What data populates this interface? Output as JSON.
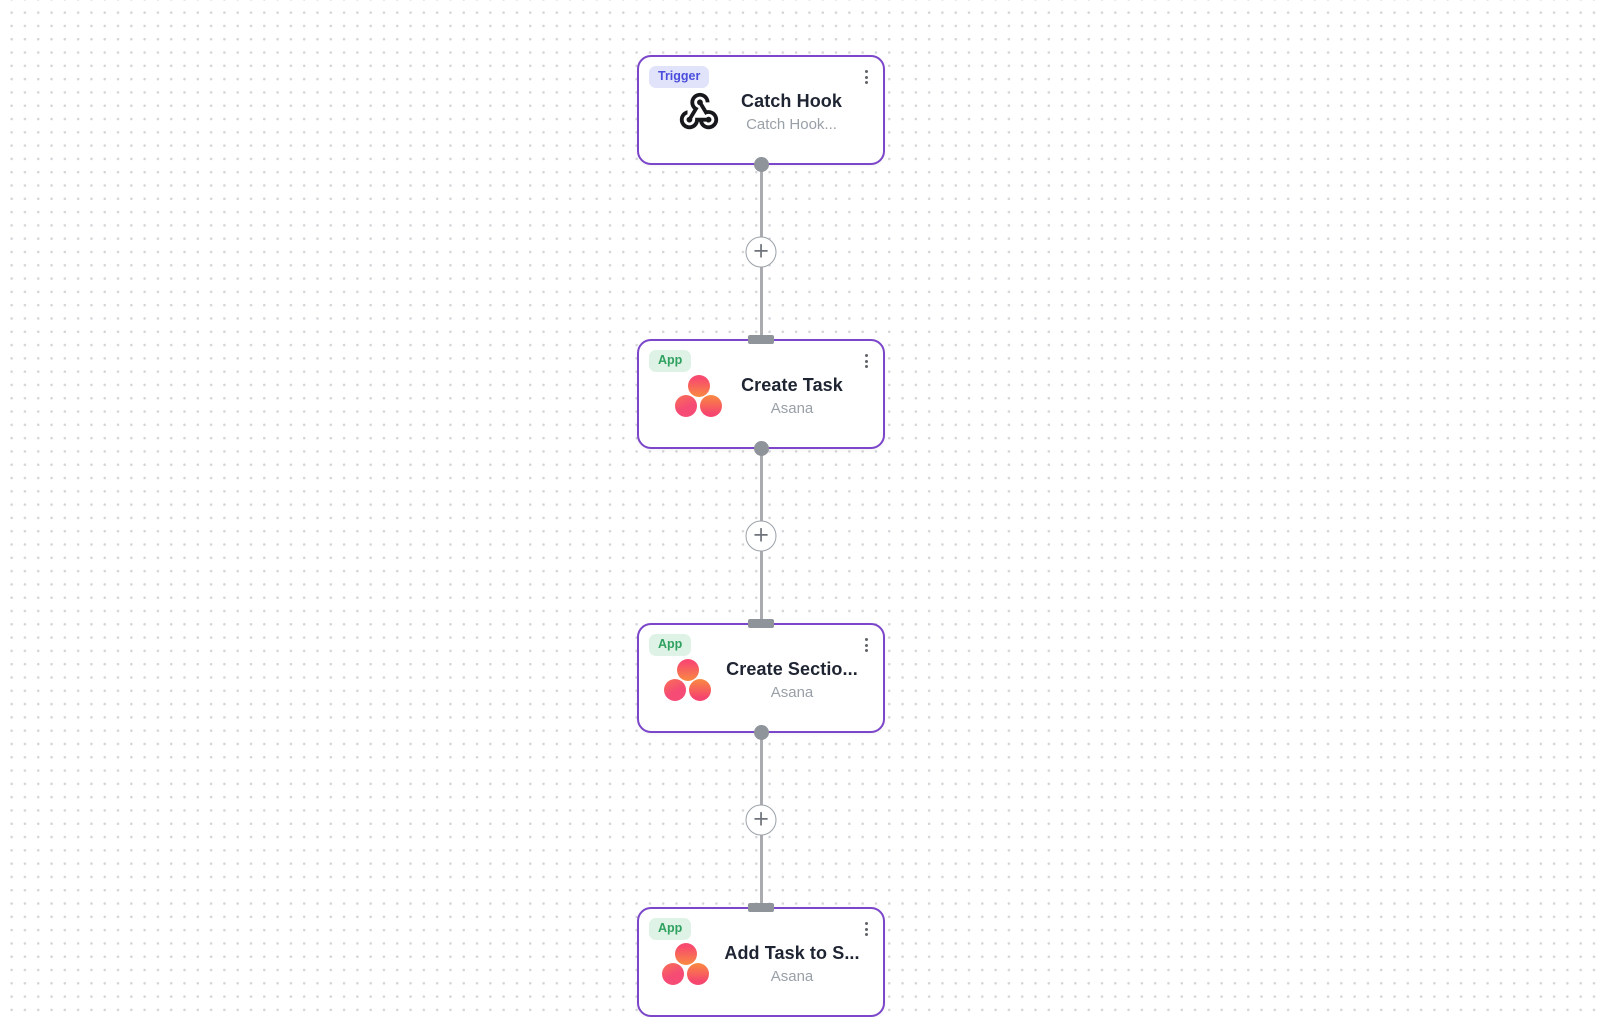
{
  "canvas": {
    "background_dot_color": "#d3d5d9",
    "connector_line_color": "#a9abae",
    "handle_color": "#8f939a"
  },
  "colors": {
    "node_border": "#7b46c9",
    "trigger_badge_bg": "#e1e3fb",
    "trigger_badge_text": "#4b4edc",
    "app_badge_bg": "#def3e6",
    "app_badge_text": "#2ea05f",
    "title_text": "#1e2432",
    "subtitle_text": "#9aa0a8",
    "asana_pink": "#f6456e",
    "asana_orange": "#f98a41",
    "webhook_icon": "#17181c"
  },
  "flow": {
    "add_step_label": "+",
    "steps": [
      {
        "badge": "Trigger",
        "badge_type": "trigger",
        "icon": "webhook-icon",
        "title": "Catch Hook",
        "subtitle": "Catch Hook..."
      },
      {
        "badge": "App",
        "badge_type": "app",
        "icon": "asana-icon",
        "title": "Create Task",
        "subtitle": "Asana"
      },
      {
        "badge": "App",
        "badge_type": "app",
        "icon": "asana-icon",
        "title": "Create Sectio...",
        "subtitle": "Asana"
      },
      {
        "badge": "App",
        "badge_type": "app",
        "icon": "asana-icon",
        "title": "Add Task to S...",
        "subtitle": "Asana"
      }
    ]
  }
}
